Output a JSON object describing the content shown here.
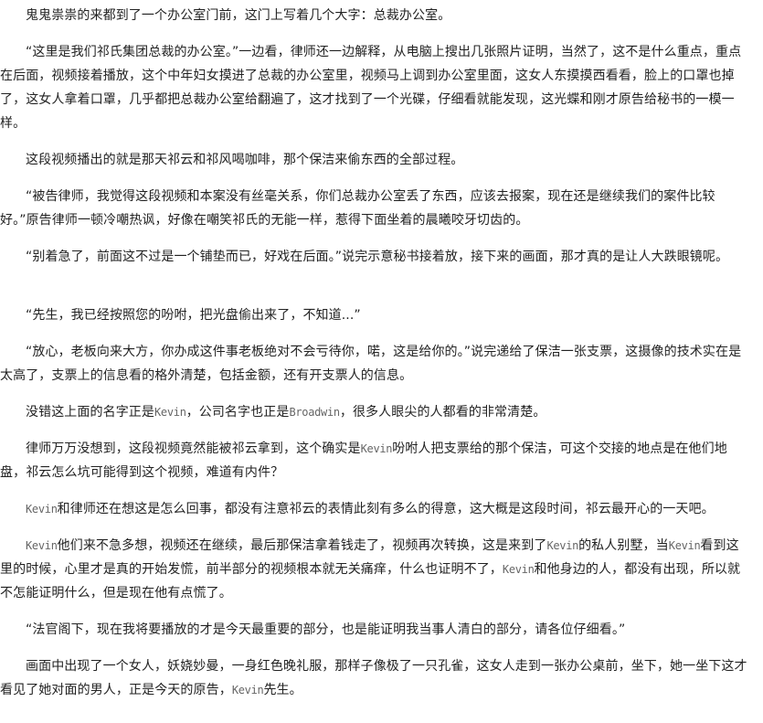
{
  "paragraphs": [
    [
      {
        "t": "鬼鬼祟祟的来都到了一个办公室门前，这门上写着几个大字：总裁办公室。"
      }
    ],
    [
      {
        "t": "“这里是我们祁氏集团总裁的办公室。”一边看，律师还一边解释，从电脑上搜出几张照片证明，当然了，这不是什么重点，重点在后面，视频接着播放，这个中年妇女摸进了总裁的办公室里，视频马上调到办公室里面，这女人东摸摸西看看，脸上的口罩也掉了，这女人拿着口罩，几乎都把总裁办公室给翻遍了，这才找到了一个光碟，仔细看就能发现，这光蝶和刚才原告给秘书的一模一样。"
      }
    ],
    [
      {
        "t": "这段视频播出的就是那天祁云和祁风喝咖啡，那个保洁来偷东西的全部过程。"
      }
    ],
    [
      {
        "t": "“被告律师，我觉得这段视频和本案没有丝毫关系，你们总裁办公室丢了东西，应该去报案，现在还是继续我们的案件比较好。”原告律师一顿冷嘲热讽，好像在嘲笑祁氏的无能一样，惹得下面坐着的晨曦咬牙切齿的。"
      }
    ],
    [
      {
        "t": "“别着急了，前面这不过是一个铺垫而已，好戏在后面。”说完示意秘书接着放，接下来的画面，那才真的是让人大跌眼镜呢。"
      }
    ],
    [
      {
        "t": "“先生，我已经按照您的吩咐，把光盘偷出来了，不知道..."
      },
      {
        "t": "”"
      }
    ],
    [
      {
        "t": "“放心，老板向来大方，你办成这件事老板绝对不会亏待你，喏，这是给你的。”说完递给了保洁一张支票，这摄像的技术实在是太高了，支票上的信息看的格外清楚，包括金额，还有开支票人的信息。"
      }
    ],
    [
      {
        "t": "没错这上面的名字正是"
      },
      {
        "t": "Kevin",
        "latin": true
      },
      {
        "t": "，公司名字也正是"
      },
      {
        "t": "Broadwin",
        "latin": true
      },
      {
        "t": "，很多人眼尖的人都看的非常清楚。"
      }
    ],
    [
      {
        "t": "律师万万没想到，这段视频竟然能被祁云拿到，这个确实是"
      },
      {
        "t": "Kevin",
        "latin": true
      },
      {
        "t": "吩咐人把支票给的那个保洁，可这个交接的地点是在他们地盘，祁云怎么坑可能得到这个视频，难道有内件？"
      }
    ],
    [
      {
        "t": "Kevin",
        "latin": true
      },
      {
        "t": "和律师还在想这是怎么回事，都没有注意祁云的表情此刻有多么的得意，这大概是这段时间，祁云最开心的一天吧。"
      }
    ],
    [
      {
        "t": "Kevin",
        "latin": true
      },
      {
        "t": "他们来不急多想，视频还在继续，最后那保洁拿着钱走了，视频再次转换，这是来到了"
      },
      {
        "t": "Kevin",
        "latin": true
      },
      {
        "t": "的私人别墅，当"
      },
      {
        "t": "Kevin",
        "latin": true
      },
      {
        "t": "看到这里的时候，心里才是真的开始发慌，前半部分的视频根本就无关痛痒，什么也证明不了，"
      },
      {
        "t": "Kevin",
        "latin": true
      },
      {
        "t": "和他身边的人，都没有出现，所以就不怎能证明什么，但是现在他有点慌了。"
      }
    ],
    [
      {
        "t": "“法官阁下，现在我将要播放的才是今天最重要的部分，也是能证明我当事人清白的部分，请各位仔细看。”"
      }
    ],
    [
      {
        "t": "画面中出现了一个女人，妖娆妙曼，一身红色晚礼服，那样子像极了一只孔雀，这女人走到一张办公桌前，坐下，她一坐下这才看见了她对面的男人，正是今天的原告，"
      },
      {
        "t": "Kevin",
        "latin": true
      },
      {
        "t": "先生。"
      }
    ]
  ]
}
